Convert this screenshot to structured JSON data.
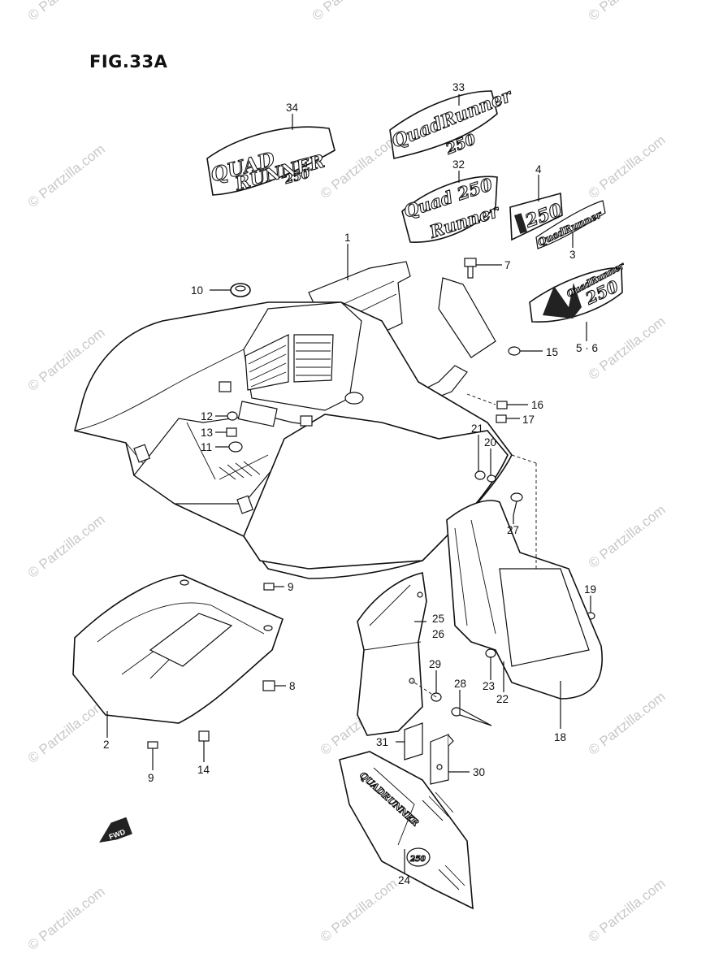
{
  "figure": {
    "title": "FIG.33A"
  },
  "watermark": {
    "text": "© Partzilla.com"
  },
  "decals": {
    "d34": [
      "QUAD",
      "RUNNER",
      "250"
    ],
    "d33": [
      "QuadRunner",
      "250"
    ],
    "d32": [
      "Quad 250",
      "Runner"
    ],
    "d4": "250",
    "d3": "QuadRunner",
    "d5": [
      "QuadRunner",
      "250"
    ],
    "d24": [
      "QUADRUNNER",
      "250"
    ]
  },
  "fwd_arrow": {
    "text": "FWD"
  },
  "callouts": [
    {
      "id": "c34",
      "label": "34"
    },
    {
      "id": "c33",
      "label": "33"
    },
    {
      "id": "c32",
      "label": "32"
    },
    {
      "id": "c4",
      "label": "4"
    },
    {
      "id": "c3",
      "label": "3"
    },
    {
      "id": "c56",
      "label": "5 · 6"
    },
    {
      "id": "c1",
      "label": "1"
    },
    {
      "id": "c7",
      "label": "7"
    },
    {
      "id": "c10",
      "label": "10"
    },
    {
      "id": "c15",
      "label": "15"
    },
    {
      "id": "c16",
      "label": "16"
    },
    {
      "id": "c17",
      "label": "17"
    },
    {
      "id": "c12",
      "label": "12"
    },
    {
      "id": "c13",
      "label": "13"
    },
    {
      "id": "c11",
      "label": "11"
    },
    {
      "id": "c21",
      "label": "21"
    },
    {
      "id": "c20",
      "label": "20"
    },
    {
      "id": "c27",
      "label": "27"
    },
    {
      "id": "c19",
      "label": "19"
    },
    {
      "id": "c9a",
      "label": "9"
    },
    {
      "id": "c25",
      "label": "25"
    },
    {
      "id": "c26",
      "label": "26"
    },
    {
      "id": "c8",
      "label": "8"
    },
    {
      "id": "c29",
      "label": "29"
    },
    {
      "id": "c28",
      "label": "28"
    },
    {
      "id": "c23",
      "label": "23"
    },
    {
      "id": "c22",
      "label": "22"
    },
    {
      "id": "c18",
      "label": "18"
    },
    {
      "id": "c2",
      "label": "2"
    },
    {
      "id": "c31",
      "label": "31"
    },
    {
      "id": "c30",
      "label": "30"
    },
    {
      "id": "c9b",
      "label": "9"
    },
    {
      "id": "c14",
      "label": "14"
    },
    {
      "id": "c24",
      "label": "24"
    }
  ]
}
